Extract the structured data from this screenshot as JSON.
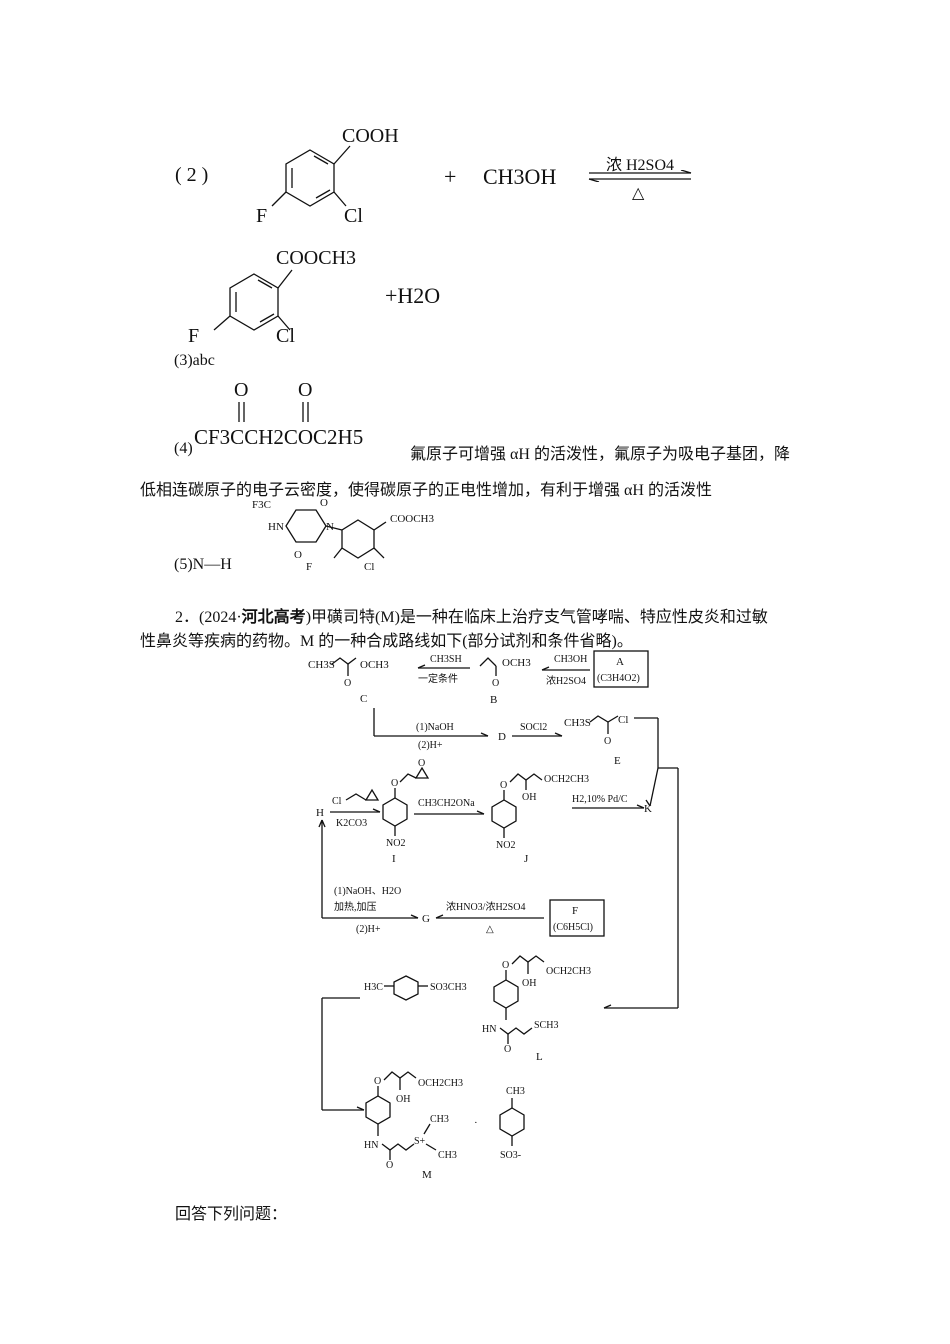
{
  "q2_block": {
    "label": "( 2 )",
    "reactant1": {
      "top": "COOH",
      "left": "F",
      "right": "Cl"
    },
    "plus1": "+",
    "reactant2": "CH3OH",
    "condition_top": "浓 H2SO4",
    "condition_bottom": "△",
    "product": {
      "top": "COOCH3",
      "left": "F",
      "right": "Cl"
    },
    "plus_water": "+H2O"
  },
  "q3": {
    "label": "(3)abc"
  },
  "q4": {
    "label": "(4)",
    "formula": "CF3CCH2COC2H5",
    "o1": "O",
    "o2": "O",
    "text_line1": "氟原子可增强 αH 的活泼性，氟原子为吸电子基团，降",
    "text_line2": "低相连碳原子的电子云密度，使得碳原子的正电性增加，有利于增强 αH 的活泼性"
  },
  "q5": {
    "label": "(5)N—H",
    "structure": {
      "cf3": "F3C",
      "o_top": "O",
      "hn": "HN",
      "n": "N",
      "o_bottom": "O",
      "ester": "COOCH3",
      "f": "F",
      "cl": "Cl"
    }
  },
  "question2": {
    "number": "2．",
    "source_open": "(2024·",
    "source_bold": "河北高考",
    "line1_rest": ")甲磺司特(M)是一种在临床上治疗支气管哮喘、特应性皮炎和过敏",
    "line2": "性鼻炎等疾病的药物。M 的一种合成路线如下(部分试剂和条件省略)。"
  },
  "scheme": {
    "A_box": {
      "name": "A",
      "formula": "(C3H4O2)"
    },
    "A_to_B": {
      "top": "CH3OH",
      "bottom": "浓H2SO4"
    },
    "B": {
      "label": "B",
      "s1": "OCH3",
      "s2": "O"
    },
    "B_to_C": {
      "top": "CH3SH",
      "bottom": "一定条件"
    },
    "C": {
      "label": "C",
      "s1": "CH3S",
      "s2": "OCH3",
      "s3": "O"
    },
    "C_to_D": {
      "top": "(1)NaOH",
      "bottom": "(2)H+"
    },
    "D": "D",
    "D_to_E": {
      "top": "SOCl2"
    },
    "E": {
      "label": "E",
      "s1": "CH3S",
      "s2": "Cl",
      "s3": "O"
    },
    "H": "H",
    "H_to_I": {
      "top": "Cl",
      "bottom": "K2CO3"
    },
    "I": {
      "label": "I",
      "s1": "O",
      "s2": "O",
      "no2": "NO2"
    },
    "I_to_J": {
      "top": "CH3CH2ONa"
    },
    "J": {
      "label": "J",
      "s1": "O",
      "s2": "OCH2CH3",
      "s3": "OH",
      "no2": "NO2"
    },
    "J_to_K": {
      "top": "H2,10% Pd/C"
    },
    "K": "K",
    "F_box": {
      "name": "F",
      "formula": "(C6H5Cl)"
    },
    "F_to_G": {
      "top": "浓HNO3/浓H2SO4",
      "bottom": "△"
    },
    "G": "G",
    "G_to_H": {
      "l1": "(1)NaOH、H2O",
      "l2": "加热,加压",
      "l3": "(2)H+"
    },
    "tos_reagent": {
      "h3c": "H3C",
      "so3": "SO3CH3"
    },
    "L": {
      "label": "L",
      "o": "O",
      "ether": "OCH2CH3",
      "oh": "OH",
      "hn": "HN",
      "sch3": "SCH3",
      "co": "O"
    },
    "M": {
      "label": "M",
      "o": "O",
      "ether": "OCH2CH3",
      "oh": "OH",
      "hn": "HN",
      "ch3a": "CH3",
      "s": "S+",
      "ch3b": "CH3",
      "co": "O",
      "dot": "·",
      "anion_ch3": "CH3",
      "anion_so3": "SO3-"
    }
  },
  "footer": {
    "prompt": "回答下列问题："
  }
}
